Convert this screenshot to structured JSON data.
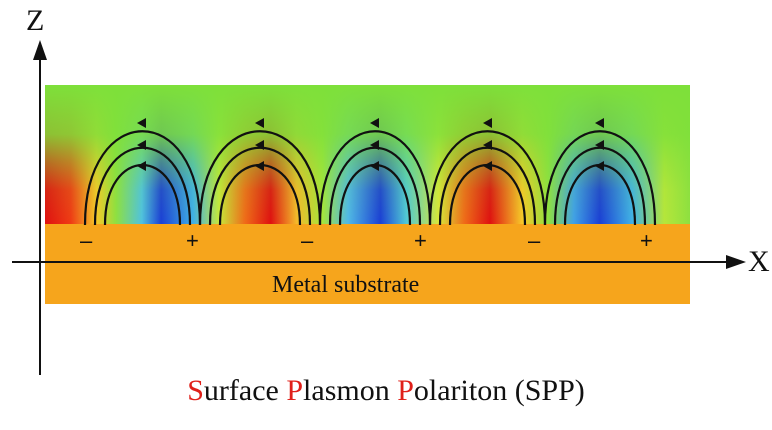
{
  "axes": {
    "z_label": "Z",
    "x_label": "X"
  },
  "substrate_label": "Metal substrate",
  "charges": [
    "–",
    "+",
    "–",
    "+",
    "–",
    "+"
  ],
  "caption": {
    "w1_initial": "S",
    "w1_rest": "urface ",
    "w2_initial": "P",
    "w2_rest": "lasmon ",
    "w3_initial": "P",
    "w3_rest": "olariton (SPP)"
  },
  "colors": {
    "field_positive": "#e01010",
    "field_negative": "#1a3fd6",
    "field_neutral": "#7ee03a",
    "metal": "#f6a51c",
    "caption_accent": "#e0201a"
  }
}
